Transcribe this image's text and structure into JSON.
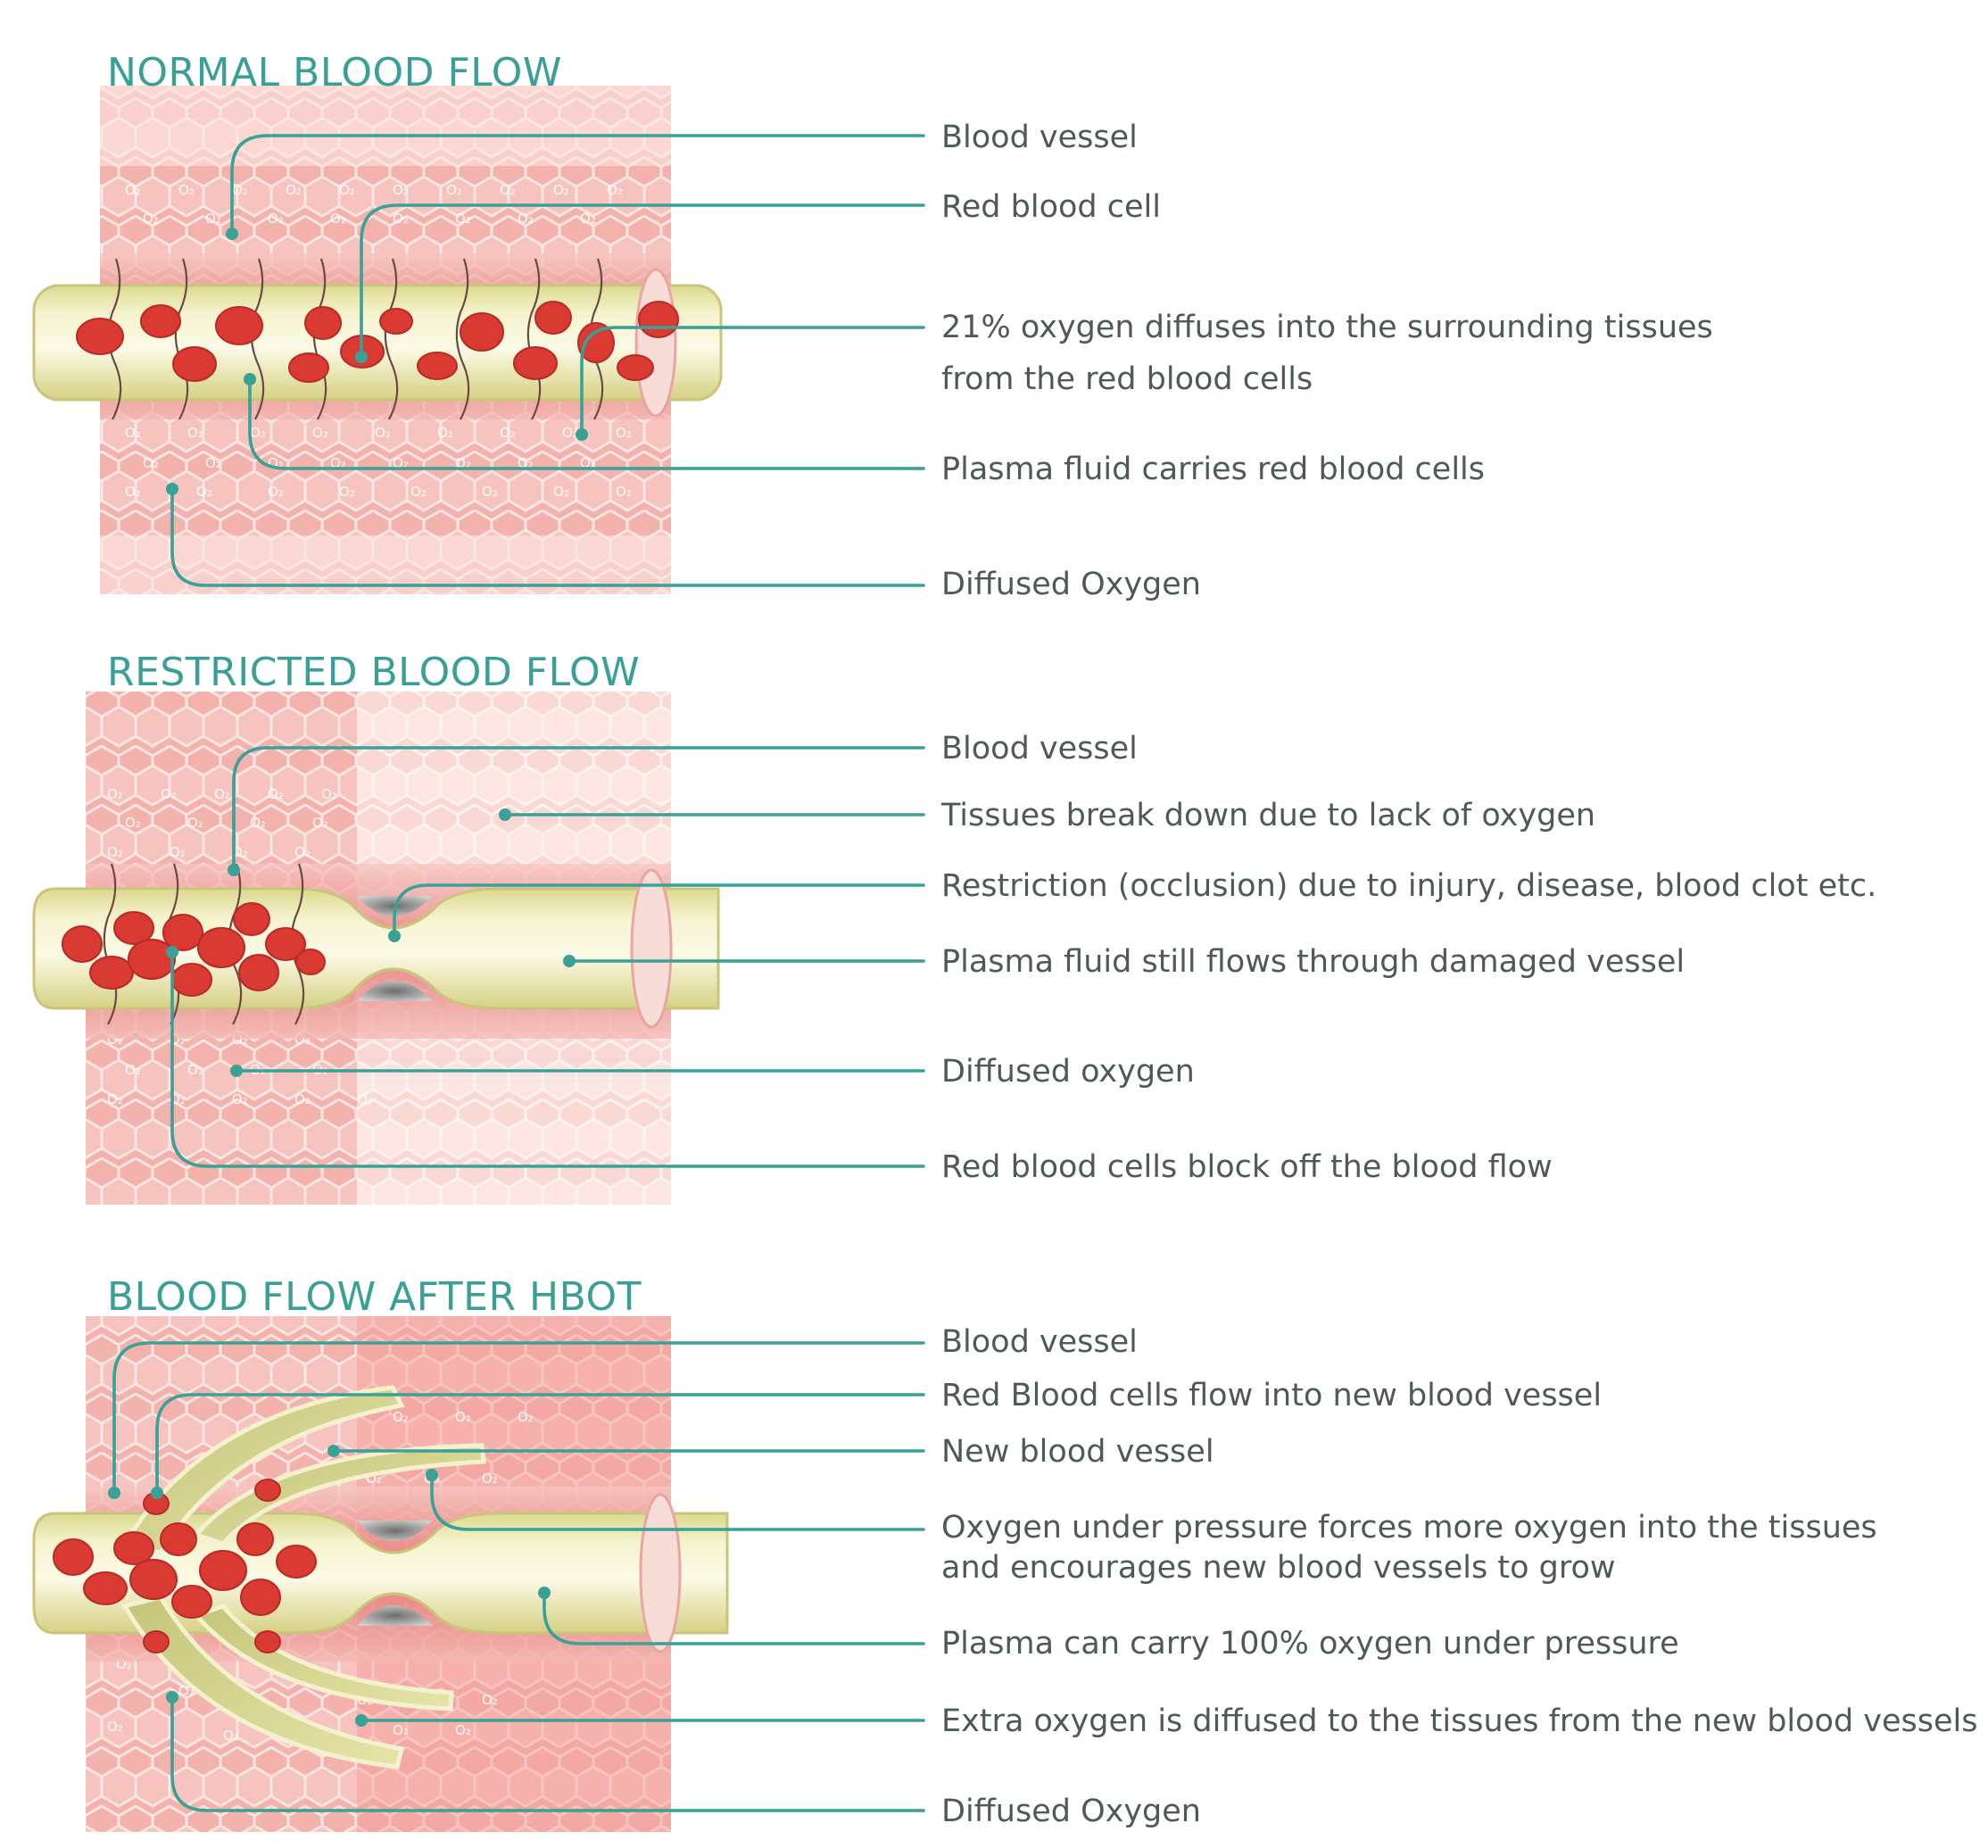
{
  "sections": [
    {
      "title": "NORMAL BLOOD FLOW",
      "labels": [
        "Blood vessel",
        "Red blood cell",
        "21% oxygen diffuses into the surrounding tissues",
        "from the red blood cells",
        "Plasma fluid carries red blood cells",
        "Diffused Oxygen"
      ]
    },
    {
      "title": "RESTRICTED BLOOD FLOW",
      "labels": [
        "Blood vessel",
        "Tissues break down due to lack of oxygen",
        "Restriction (occlusion) due to injury, disease, blood clot etc.",
        "Plasma fluid still flows through damaged vessel",
        "Diffused oxygen",
        "Red blood cells block off the blood flow"
      ]
    },
    {
      "title": "BLOOD FLOW AFTER HBOT",
      "labels": [
        "Blood vessel",
        "Red Blood cells flow into new blood vessel",
        "New blood vessel",
        "Oxygen under pressure forces more oxygen into the tissues",
        "and encourages new blood vessels to grow",
        "Plasma can carry 100% oxygen under pressure",
        "Extra oxygen is diffused to the tissues from the new blood vessels",
        "Diffused Oxygen"
      ]
    }
  ],
  "o2_symbol": "O₂",
  "colors": {
    "accent": "#3aa196",
    "label_text": "#4d5a58",
    "tissue": "#f2a9a4",
    "tissue_light": "#fbe3e0",
    "vessel_wall": "#e8837f",
    "plasma": "#f2f0c4",
    "red_blood_cell": "#d93b33"
  }
}
